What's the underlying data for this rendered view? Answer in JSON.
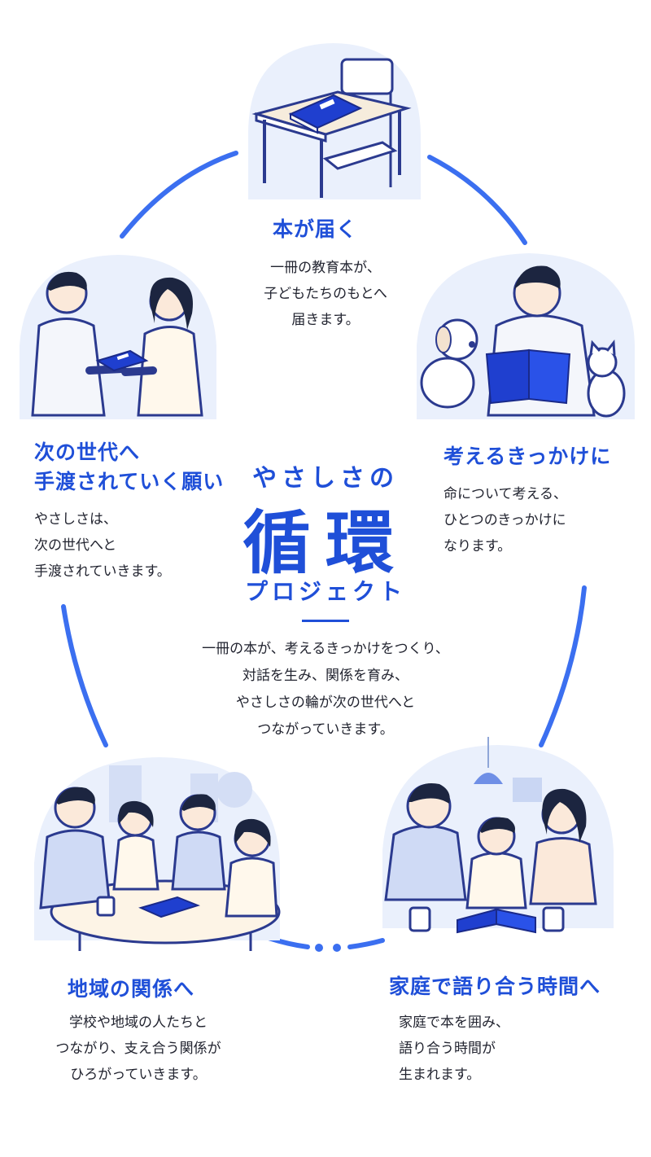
{
  "colors": {
    "accent": "#1f4fd8",
    "ring": "#3b6ff0",
    "bubble": "#eaf0fc",
    "ink": "#2b3a8f"
  },
  "center": {
    "subtitle": "やさしさの",
    "title": "循環",
    "project": "プロジェクト",
    "desc": [
      "一冊の本が、考えるきっかけをつくり、",
      "対話を生み、関係を育み、",
      "やさしさの輪が次の世代へと",
      "つながっていきます。"
    ]
  },
  "stages": [
    {
      "title": "本が届く",
      "desc": [
        "一冊の教育本が、",
        "子どもたちのもとへ",
        "届きます。"
      ]
    },
    {
      "title": "考えるきっかけに",
      "desc": [
        "命について考える、",
        "ひとつのきっかけに",
        "なります。"
      ]
    },
    {
      "title": "家庭で語り合う時間へ",
      "desc": [
        "家庭で本を囲み、",
        "語り合う時間が",
        "生まれます。"
      ]
    },
    {
      "title": "地域の関係へ",
      "desc": [
        "学校や地域の人たちと",
        "つながり、支え合う関係が",
        "ひろがっていきます。"
      ]
    },
    {
      "title_lines": [
        "次の世代へ",
        "手渡されていく願い"
      ],
      "desc": [
        "やさしさは、",
        "次の世代へと",
        "手渡されていきます。"
      ]
    }
  ],
  "illustrations": {
    "top": "desk-book-icon",
    "right": "reading-with-pets-icon",
    "bottom_right": "family-talk-icon",
    "bottom_left": "community-table-icon",
    "left": "handing-book-icon"
  }
}
